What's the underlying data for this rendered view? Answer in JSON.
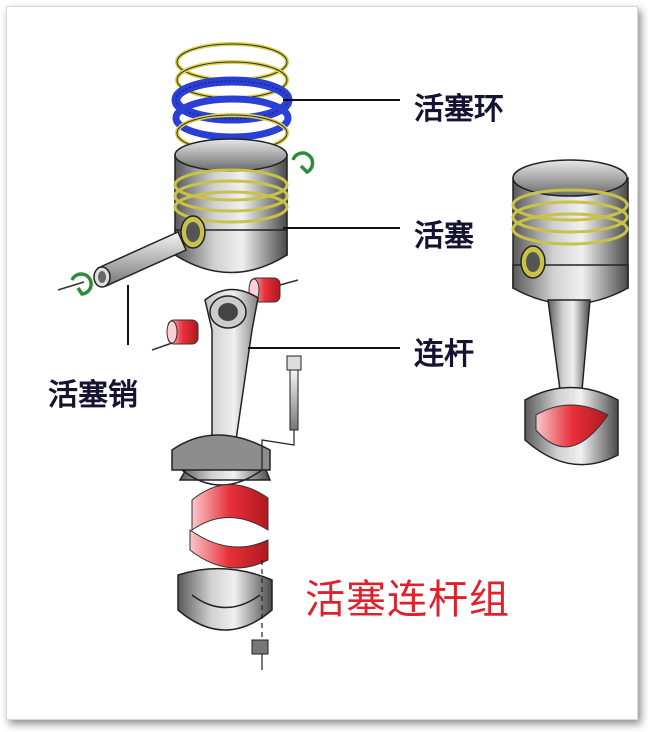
{
  "labels": {
    "piston_ring": "活塞环",
    "piston": "活塞",
    "connecting_rod": "连杆",
    "piston_pin": "活塞销"
  },
  "title": "活塞连杆组",
  "colors": {
    "title": "#e0202a",
    "label": "#141432",
    "ring_yellow": "#d9d24a",
    "ring_blue": "#2a3fd6",
    "bearing_red": "#e8303a",
    "clip_green": "#2e8b3a",
    "metal": "#9a9a9a"
  }
}
